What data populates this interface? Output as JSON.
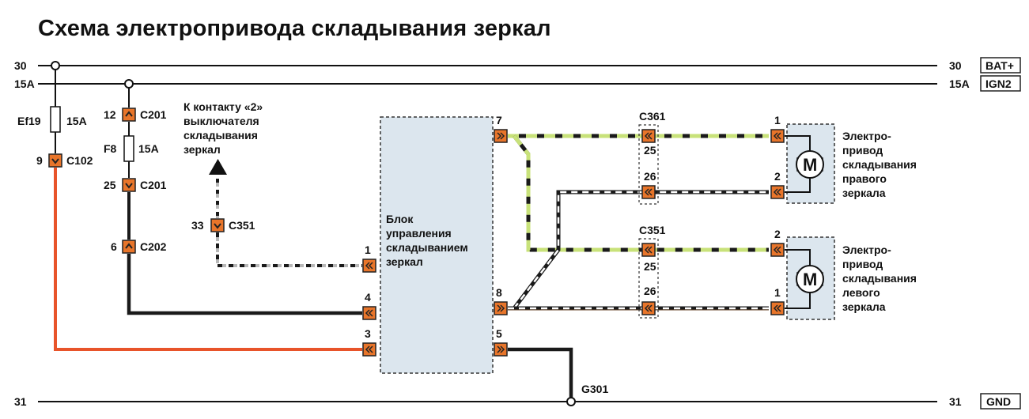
{
  "title": "Схема электропривода складывания зеркал",
  "rails": {
    "r30_left": "30",
    "r15a_left": "15A",
    "r31_left": "31",
    "r30_right": "30",
    "r15a_right": "15A",
    "r31_right": "31",
    "bat_box": "BAT+",
    "ign_box": "IGN2",
    "gnd_box": "GND"
  },
  "fuses": {
    "ef19_name": "Ef19",
    "ef19_rating": "15A",
    "f8_name": "F8",
    "f8_rating": "15A"
  },
  "connectors": {
    "c102_pin": "9",
    "c102_name": "C102",
    "c201a_pin": "12",
    "c201a_name": "C201",
    "c201b_pin": "25",
    "c201b_name": "C201",
    "c202_pin": "6",
    "c202_name": "C202",
    "c351_left_pin": "33",
    "c351_left_name": "C351",
    "c361_name": "C361",
    "c361_pin_top": "25",
    "c361_pin_bottom": "26",
    "c351_name": "C351",
    "c351_pin_top": "25",
    "c351_pin_bottom": "26",
    "g301": "G301"
  },
  "note": {
    "line1": "К контакту «2»",
    "line2": "выключателя",
    "line3": "складывания",
    "line4": "зеркал"
  },
  "module": {
    "line1": "Блок",
    "line2": "управления",
    "line3": "складыванием",
    "line4": "зеркал",
    "pin_1": "1",
    "pin_4": "4",
    "pin_3": "3",
    "pin_7": "7",
    "pin_8": "8",
    "pin_5": "5"
  },
  "motor_right": {
    "symbol": "M",
    "pin_top": "1",
    "pin_bottom": "2",
    "line1": "Электро-",
    "line2": "привод",
    "line3": "складывания",
    "line4": "правого",
    "line5": "зеркала"
  },
  "motor_left": {
    "symbol": "M",
    "pin_top": "2",
    "pin_bottom": "1",
    "line1": "Электро-",
    "line2": "привод",
    "line3": "складывания",
    "line4": "левого",
    "line5": "зеркала"
  },
  "colors": {
    "wire_red": "#e8542a",
    "wire_black": "#1a1a1a",
    "wire_yellowgreen": "#c8e27a",
    "wire_white": "#ffffff",
    "wire_brown": "#6b4a2e",
    "wire_gray": "#b8b8b8",
    "connector_orange": "#e8752a",
    "module_fill": "#dce6ee"
  }
}
